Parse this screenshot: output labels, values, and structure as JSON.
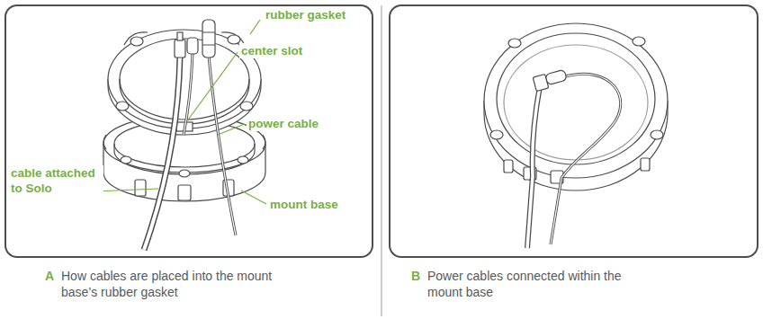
{
  "diagram": {
    "nodes": [
      {
        "text": [
          "A",
          "How cables are placed into the mount base’s rubber gasket"
        ]
      },
      {
        "text": [
          "B",
          "Power cables connected within the mount base"
        ]
      }
    ],
    "labels": [
      "rubber gasket",
      "center slot",
      "power cable",
      "cable attached to Solo",
      "mount base"
    ]
  }
}
